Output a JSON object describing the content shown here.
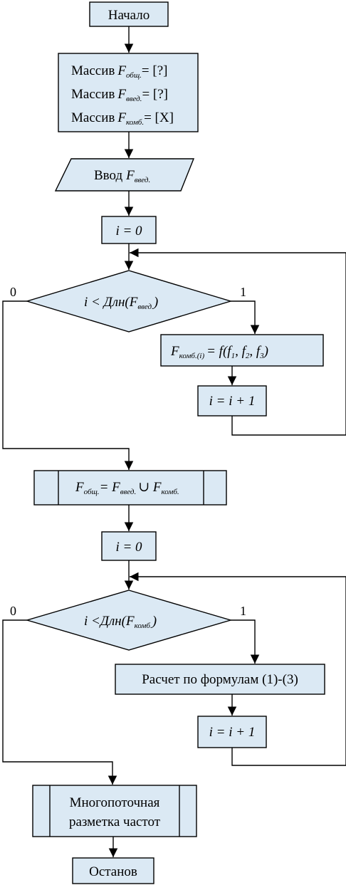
{
  "start": "Начало",
  "arrays": {
    "word": "Массив",
    "f": "F",
    "s1": "общ.",
    "s2": "введ.",
    "s3": "комб.",
    "v1": "= [?]",
    "v2": "= [?]",
    "v3": "= [X]"
  },
  "input": {
    "word": "Ввод",
    "f": "F",
    "sub": "введ."
  },
  "init": "i = 0",
  "loop1": {
    "cond": "i < Длн(F",
    "sub": "введ.",
    "close": ")"
  },
  "branch": {
    "no": "0",
    "yes": "1"
  },
  "assign": {
    "lhs": "F",
    "lhs_sub": "комб.(i)",
    "rhs": "= f(f",
    "s1": "1",
    "c1": ", f",
    "s2": "2",
    "c2": ", f",
    "s3": "3",
    "close": ")"
  },
  "increment": "i = i + 1",
  "union": {
    "f1": "F",
    "s1": "общ.",
    "eq": "= F",
    "s2": "введ.",
    "op": "∪ F",
    "s3": "комб."
  },
  "init2": "i = 0",
  "loop2": {
    "cond": "i <Длн(F",
    "sub": "комб.",
    "close": ")"
  },
  "calc": "Расчет по формулам (1)-(3)",
  "increment2": "i = i + 1",
  "markup": {
    "line1": "Многопоточная",
    "line2": "разметка частот"
  },
  "stop": "Останов"
}
